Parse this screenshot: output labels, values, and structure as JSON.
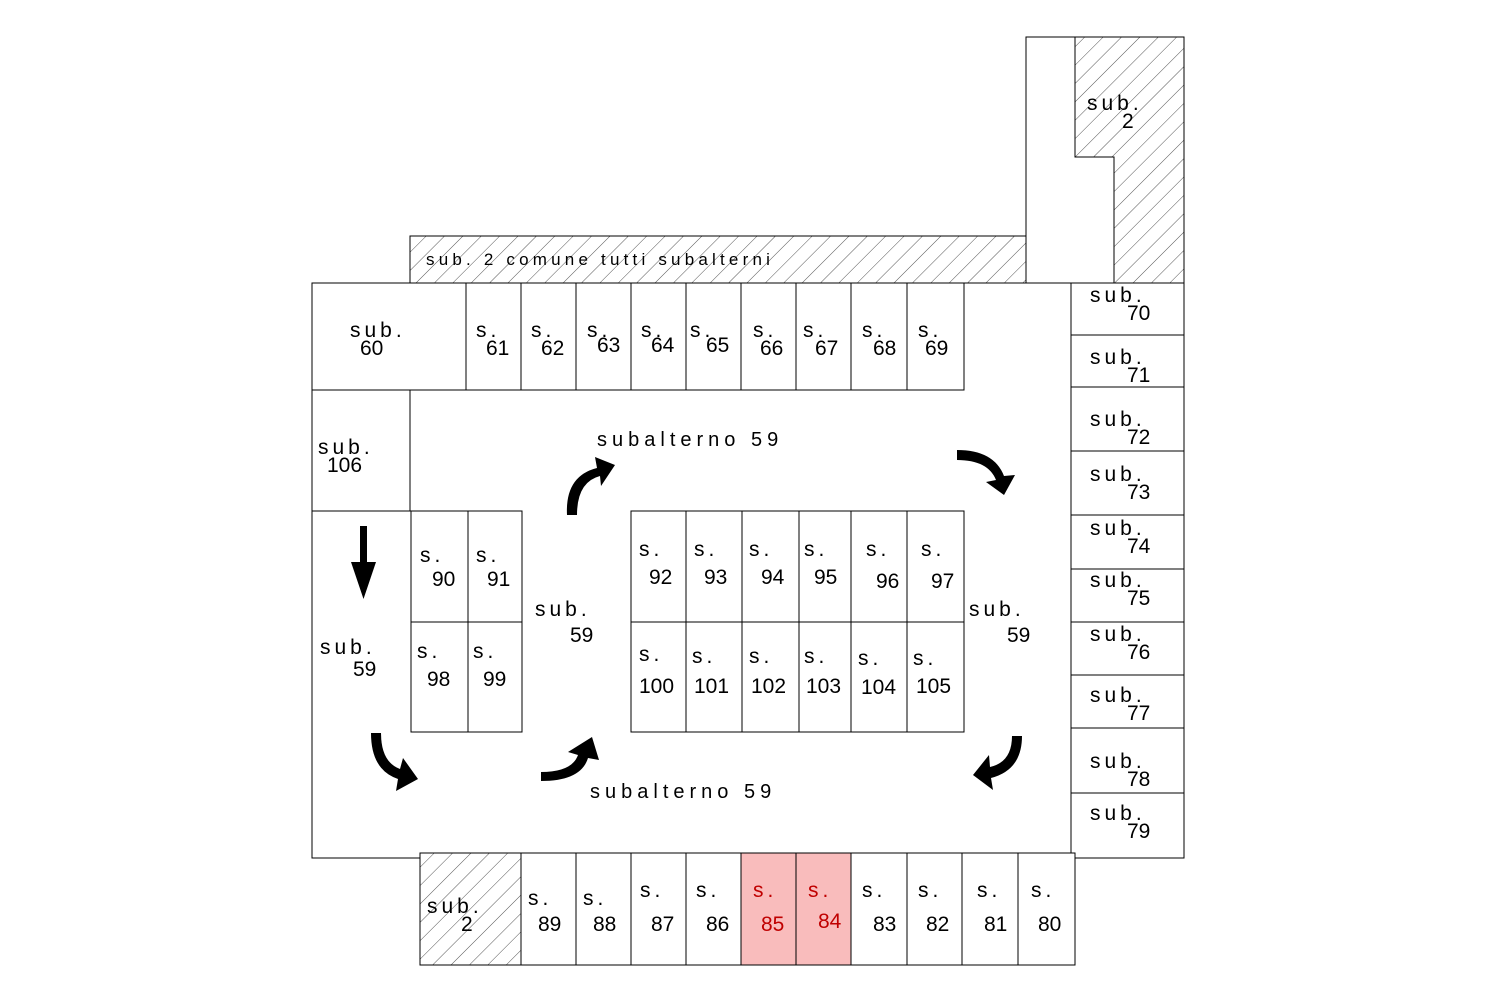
{
  "band_label": "sub. 2 comune tutti subalterni",
  "corridor_label": "subalterno 59",
  "highlight_color": "#f9bcbc",
  "highlight_text_color": "#c00000",
  "areas": [
    {
      "id": "60",
      "l1": "sub.",
      "l2": "60"
    },
    {
      "id": "61",
      "l1": "s.",
      "l2": "61"
    },
    {
      "id": "62",
      "l1": "s.",
      "l2": "62"
    },
    {
      "id": "63",
      "l1": "s.",
      "l2": "63"
    },
    {
      "id": "64",
      "l1": "s.",
      "l2": "64"
    },
    {
      "id": "65",
      "l1": "s.",
      "l2": "65"
    },
    {
      "id": "66",
      "l1": "s.",
      "l2": "66"
    },
    {
      "id": "67",
      "l1": "s.",
      "l2": "67"
    },
    {
      "id": "68",
      "l1": "s.",
      "l2": "68"
    },
    {
      "id": "69",
      "l1": "s.",
      "l2": "69"
    },
    {
      "id": "106",
      "l1": "sub.",
      "l2": "106"
    },
    {
      "id": "70",
      "l1": "sub.",
      "l2": "70"
    },
    {
      "id": "71",
      "l1": "sub.",
      "l2": "71"
    },
    {
      "id": "72",
      "l1": "sub.",
      "l2": "72"
    },
    {
      "id": "73",
      "l1": "sub.",
      "l2": "73"
    },
    {
      "id": "74",
      "l1": "sub.",
      "l2": "74"
    },
    {
      "id": "75",
      "l1": "sub.",
      "l2": "75"
    },
    {
      "id": "76",
      "l1": "sub.",
      "l2": "76"
    },
    {
      "id": "77",
      "l1": "sub.",
      "l2": "77"
    },
    {
      "id": "78",
      "l1": "sub.",
      "l2": "78"
    },
    {
      "id": "79",
      "l1": "sub.",
      "l2": "79"
    },
    {
      "id": "90",
      "l1": "s.",
      "l2": "90"
    },
    {
      "id": "91",
      "l1": "s.",
      "l2": "91"
    },
    {
      "id": "98",
      "l1": "s.",
      "l2": "98"
    },
    {
      "id": "99",
      "l1": "s.",
      "l2": "99"
    },
    {
      "id": "92",
      "l1": "s.",
      "l2": "92"
    },
    {
      "id": "93",
      "l1": "s.",
      "l2": "93"
    },
    {
      "id": "94",
      "l1": "s.",
      "l2": "94"
    },
    {
      "id": "95",
      "l1": "s.",
      "l2": "95"
    },
    {
      "id": "96",
      "l1": "s.",
      "l2": "96"
    },
    {
      "id": "97",
      "l1": "s.",
      "l2": "97"
    },
    {
      "id": "100",
      "l1": "s.",
      "l2": "100"
    },
    {
      "id": "101",
      "l1": "s.",
      "l2": "101"
    },
    {
      "id": "102",
      "l1": "s.",
      "l2": "102"
    },
    {
      "id": "103",
      "l1": "s.",
      "l2": "103"
    },
    {
      "id": "104",
      "l1": "s.",
      "l2": "104"
    },
    {
      "id": "105",
      "l1": "s.",
      "l2": "105"
    },
    {
      "id": "2b",
      "l1": "sub.",
      "l2": "2"
    },
    {
      "id": "89",
      "l1": "s.",
      "l2": "89"
    },
    {
      "id": "88",
      "l1": "s.",
      "l2": "88"
    },
    {
      "id": "87",
      "l1": "s.",
      "l2": "87"
    },
    {
      "id": "86",
      "l1": "s.",
      "l2": "86"
    },
    {
      "id": "85",
      "l1": "s.",
      "l2": "85",
      "highlight": true
    },
    {
      "id": "84",
      "l1": "s.",
      "l2": "84",
      "highlight": true
    },
    {
      "id": "83",
      "l1": "s.",
      "l2": "83"
    },
    {
      "id": "82",
      "l1": "s.",
      "l2": "82"
    },
    {
      "id": "81",
      "l1": "s.",
      "l2": "81"
    },
    {
      "id": "80",
      "l1": "s.",
      "l2": "80"
    },
    {
      "id": "2t",
      "l1": "sub.",
      "l2": "2"
    },
    {
      "id": "59a",
      "l1": "sub.",
      "l2": "59"
    },
    {
      "id": "59b",
      "l1": "sub.",
      "l2": "59"
    },
    {
      "id": "59c",
      "l1": "sub.",
      "l2": "59"
    }
  ]
}
